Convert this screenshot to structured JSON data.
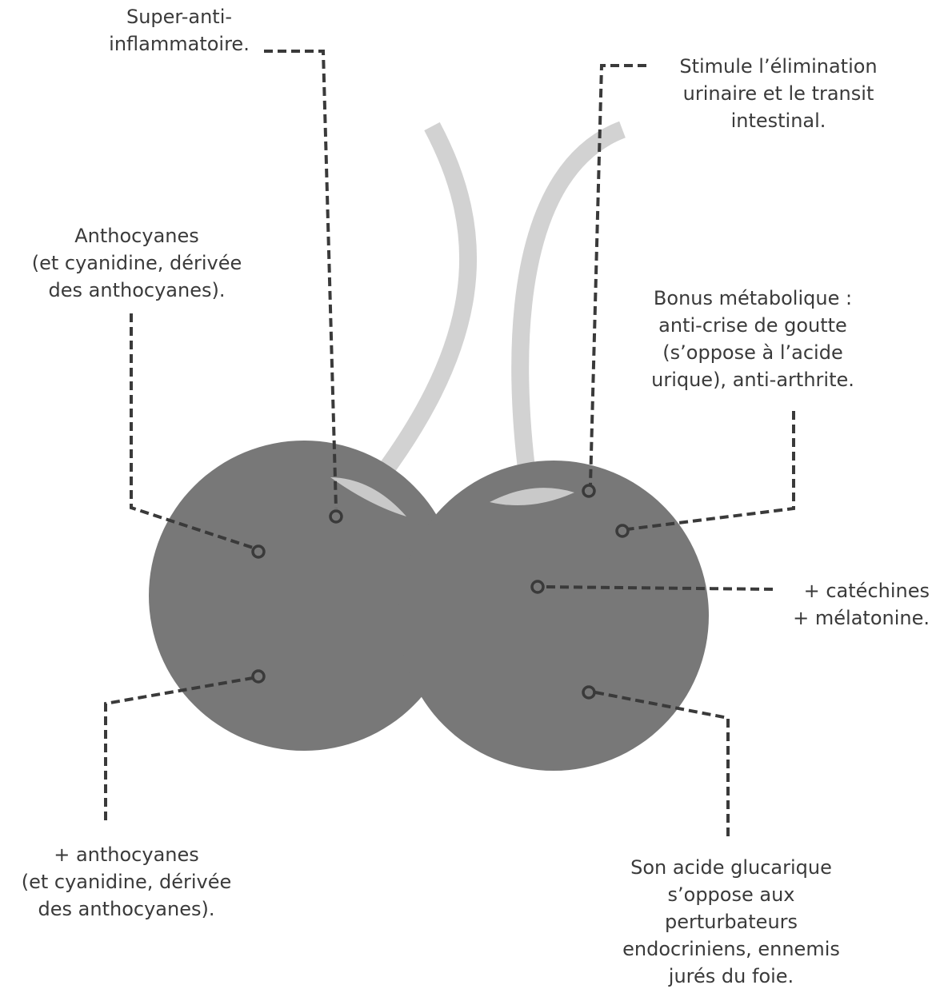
{
  "colors": {
    "cherry": "#787878",
    "stem": "#d2d2d2",
    "stem_base": "#c9c9c9",
    "leader_line": "#3a3a3a",
    "text": "#3a3a3a"
  },
  "annotations": {
    "super_anti_inflammatoire": [
      "Super-anti-",
      "inflammatoire."
    ],
    "stimule_elimination": [
      "Stimule l’élimination",
      "urinaire et le transit",
      "intestinal."
    ],
    "anthocyanes": [
      "Anthocyanes",
      "(et cyanidine, dérivée",
      "des anthocyanes)."
    ],
    "bonus_metabolique": [
      "Bonus métabolique :",
      "anti-crise de goutte",
      "(s’oppose à l’acide",
      "urique), anti-arthrite."
    ],
    "catechines": [
      "+ catéchines",
      "+ mélatonine."
    ],
    "plus_anthocyanes": [
      "+ anthocyanes",
      "(et cyanidine, dérivée",
      "des anthocyanes)."
    ],
    "acide_glucarique": [
      "Son acide glucarique",
      "s’oppose aux",
      "perturbateurs",
      "endocriniens, ennemis",
      "jurés du foie."
    ]
  }
}
